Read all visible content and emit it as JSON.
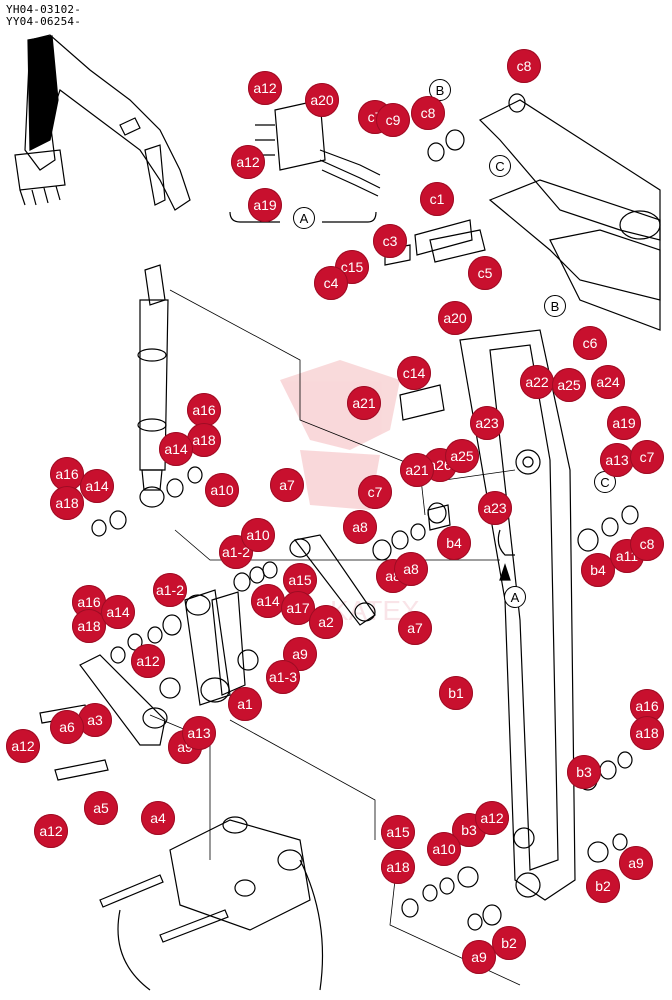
{
  "header": {
    "line1": "YH04-03102-",
    "line2": "YY04-06254-"
  },
  "colors": {
    "callout": "#c8102e",
    "line": "#000000",
    "watermark": "#e0303a"
  },
  "letter_markers": [
    {
      "id": "A-top",
      "label": "A"
    },
    {
      "id": "B-top",
      "label": "B"
    },
    {
      "id": "C-top",
      "label": "C"
    },
    {
      "id": "B-mid",
      "label": "B"
    },
    {
      "id": "C-mid",
      "label": "C"
    },
    {
      "id": "A-mid",
      "label": "A"
    }
  ],
  "callouts": [
    "a12",
    "a20",
    "c7",
    "c9",
    "c8",
    "c8",
    "a12",
    "a19",
    "c1",
    "c3",
    "c15",
    "c4",
    "c5",
    "a20",
    "c6",
    "c14",
    "a22",
    "a25",
    "a24",
    "a21",
    "a23",
    "a19",
    "a13",
    "c7",
    "a16",
    "a18",
    "a14",
    "a16",
    "a14",
    "a18",
    "a10",
    "a7",
    "c7",
    "a8",
    "a23",
    "b4",
    "a26",
    "a25",
    "a21",
    "a1-2",
    "a10",
    "a15",
    "a14",
    "a17",
    "a2",
    "a7",
    "a8",
    "a8",
    "b4",
    "a11",
    "c8",
    "a16",
    "a18",
    "a14",
    "a1-2",
    "a12",
    "a9",
    "a1-3",
    "a1",
    "a3",
    "a6",
    "a12",
    "a9",
    "a5",
    "a12",
    "a4",
    "b1",
    "a16",
    "a18",
    "b3",
    "a15",
    "a18",
    "b3",
    "a12",
    "a10",
    "b2",
    "a9",
    "a9",
    "b2",
    "a13"
  ],
  "watermark_text": "KATEX"
}
